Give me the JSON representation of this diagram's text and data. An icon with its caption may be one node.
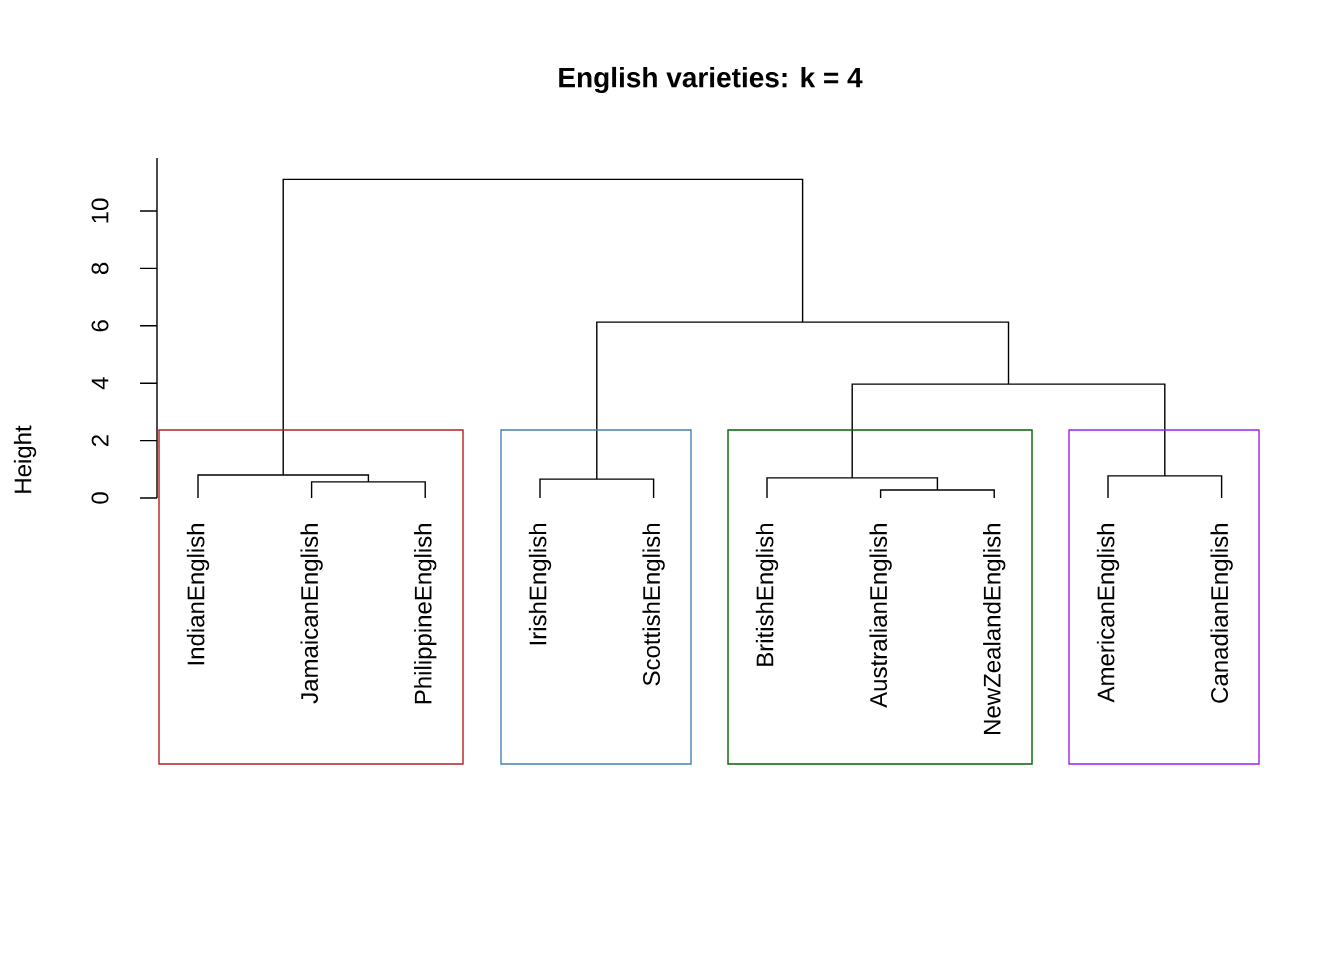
{
  "diagram": {
    "title": "English varieties: k = 4",
    "nodes": [
      {
        "text": [],
        "shape": "box"
      },
      {
        "text": [
          "IndianEnglish"
        ],
        "in": 0
      },
      {
        "text": [
          "JamaicanEnglish"
        ],
        "in": 0
      },
      {
        "text": [
          "PhilippineEnglish"
        ],
        "in": 0
      },
      {
        "text": [],
        "shape": "box"
      },
      {
        "text": [
          "IrishEnglish"
        ],
        "in": 4
      },
      {
        "text": [
          "ScottishEnglish"
        ],
        "in": 4
      },
      {
        "text": [],
        "shape": "box"
      },
      {
        "text": [
          "BritishEnglish"
        ],
        "in": 7
      },
      {
        "text": [
          "AustralianEnglish"
        ],
        "in": 7
      },
      {
        "text": [
          "NewZealandEnglish"
        ],
        "in": 7
      },
      {
        "text": [],
        "shape": "box"
      },
      {
        "text": [
          "AmericanEnglish"
        ],
        "in": 11
      },
      {
        "text": [
          "CanadianEnglish"
        ],
        "in": 11
      }
    ],
    "labels": [
      "Height",
      "0",
      "2",
      "4",
      "6",
      "8",
      "10"
    ]
  }
}
